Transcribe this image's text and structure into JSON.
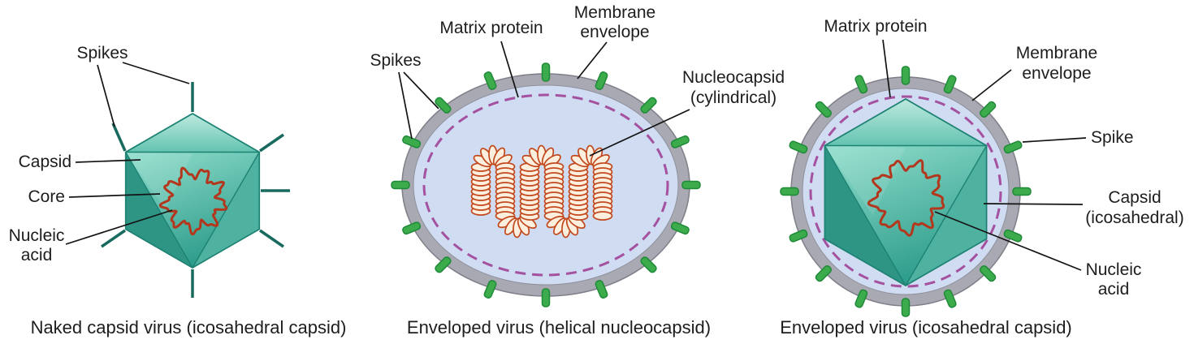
{
  "figure": {
    "panels": [
      {
        "id": "naked",
        "caption": "Naked capsid virus (icosahedral capsid)",
        "labels": {
          "spikes": "Spikes",
          "capsid": "Capsid",
          "core": "Core",
          "nucleic1": "Nucleic",
          "nucleic2": "acid"
        }
      },
      {
        "id": "helical",
        "caption": "Enveloped virus (helical nucleocapsid)",
        "labels": {
          "spikes": "Spikes",
          "matrix": "Matrix protein",
          "membrane1": "Membrane",
          "membrane2": "envelope",
          "nucleocapsid1": "Nucleocapsid",
          "nucleocapsid2": "(cylindrical)"
        }
      },
      {
        "id": "icosahedral",
        "caption": "Enveloped virus (icosahedral capsid)",
        "labels": {
          "matrix": "Matrix protein",
          "membrane1": "Membrane",
          "membrane2": "envelope",
          "spike": "Spike",
          "capsid1": "Capsid",
          "capsid2": "(icosahedral)",
          "nucleic1": "Nucleic",
          "nucleic2": "acid"
        }
      }
    ],
    "colors": {
      "capsid_teal": "#3fa695",
      "spike_dark_teal": "#186a5e",
      "envelope_gray": "#a8a9b2",
      "interior_blue": "#cfdcf2",
      "matrix_protein_purple": "#a4519f",
      "envelope_spike_green": "#3cab4b",
      "nucleic_acid_red": "#b2371c",
      "nucleocapsid_orange": "#c2481e",
      "text": "#1d1d1f"
    }
  }
}
